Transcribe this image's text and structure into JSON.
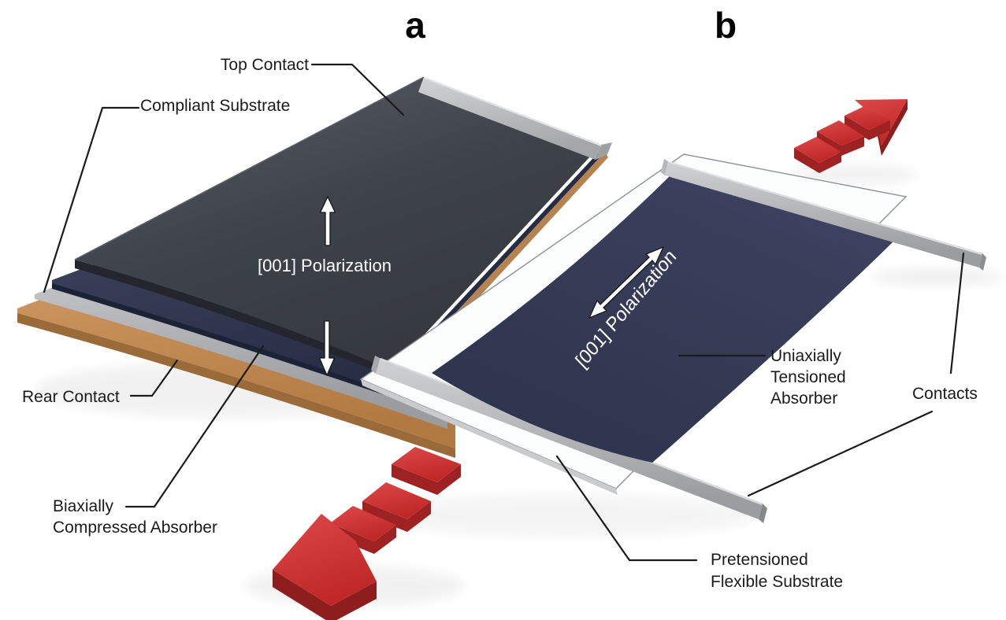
{
  "figure": {
    "type": "scientific-device-schematic",
    "panels": {
      "a": "a",
      "b": "b"
    }
  },
  "panel_a": {
    "panel_label": "a",
    "labels": {
      "top_contact": "Top Contact",
      "compliant_substrate": "Compliant Substrate",
      "rear_contact": "Rear Contact",
      "absorber_line1": "Biaxially",
      "absorber_line2": "Compressed Absorber",
      "polarization": "[001] Polarization"
    },
    "icons": {
      "polarization_up_arrow": "white-arrow-up-icon",
      "polarization_down_arrow": "white-arrow-down-icon",
      "strain_arrow": "red-dashed-3d-arrow-down-left-icon"
    }
  },
  "panel_b": {
    "panel_label": "b",
    "labels": {
      "absorber_line1": "Uniaxially",
      "absorber_line2": "Tensioned",
      "absorber_line3": "Absorber",
      "contacts": "Contacts",
      "substrate_line1": "Pretensioned",
      "substrate_line2": "Flexible Substrate",
      "polarization": "[001] Polarization"
    },
    "icons": {
      "polarization_double_arrow": "white-double-headed-arrow-icon",
      "strain_arrow": "red-dashed-3d-arrow-up-right-icon"
    }
  },
  "colors": {
    "background": "#ffffff",
    "label_text": "#1a1a1a",
    "leader_line": "#1b1b1b",
    "top_slab_charcoal": "#3c4047",
    "top_contact_strip": "#b9bbbd",
    "absorber_navy_a": "#2c3249",
    "absorber_navy_b": "#333952",
    "compliant_substrate_gray": "#a8aaac",
    "rear_contact_tan": "#c08a55",
    "flexible_substrate_white": "#fcfdfd",
    "contact_bar_gray": "#aeb0b3",
    "strain_arrow_red": "#c62d2d",
    "polarization_white": "#ffffff"
  }
}
